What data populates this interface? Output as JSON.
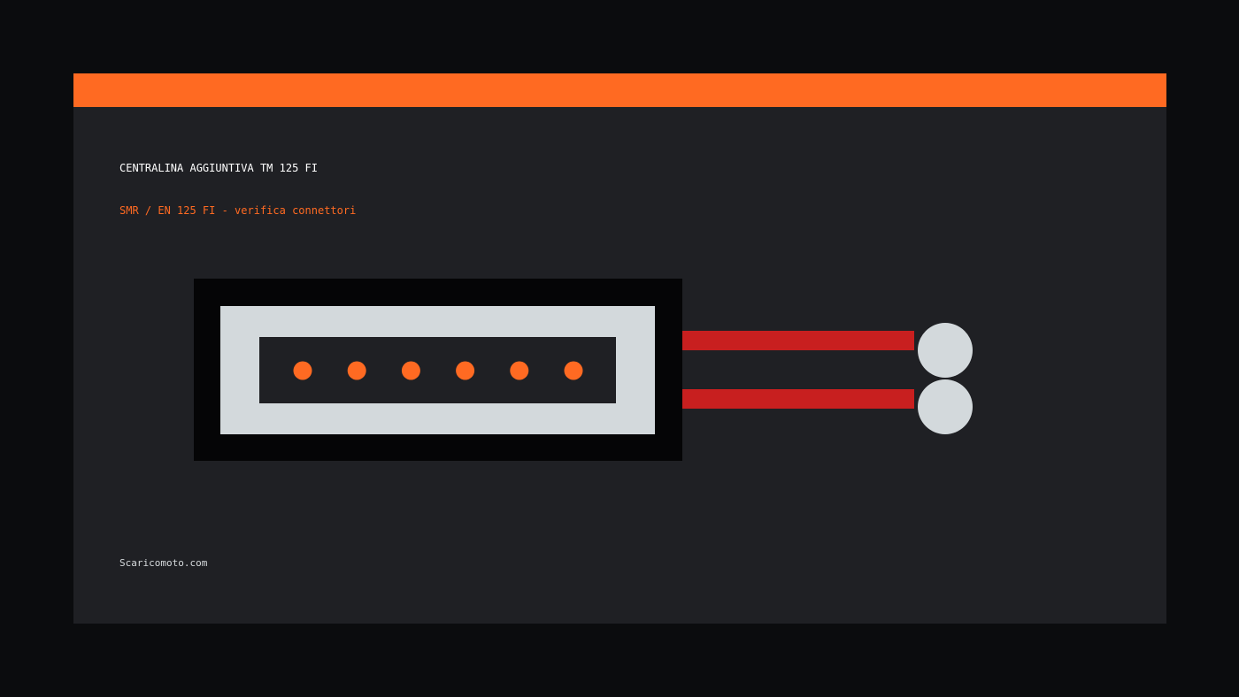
{
  "header": {
    "title": "CENTRALINA AGGIUNTIVA TM 125 FI",
    "subtitle": "SMR / EN 125 FI - verifica connettori"
  },
  "footer": {
    "site": "Scaricomoto.com"
  },
  "diagram": {
    "connector_pin_count": 6,
    "wire_count": 2,
    "colors": {
      "page_background": "#0b0c0e",
      "card_background": "#1f2024",
      "accent": "#ff6a22",
      "connector_outer": "#050506",
      "connector_shell": "#d3d9dc",
      "connector_inner": "#1f2024",
      "pin": "#ff6a22",
      "wire": "#c81f1f",
      "terminal": "#d3d9dc"
    }
  }
}
